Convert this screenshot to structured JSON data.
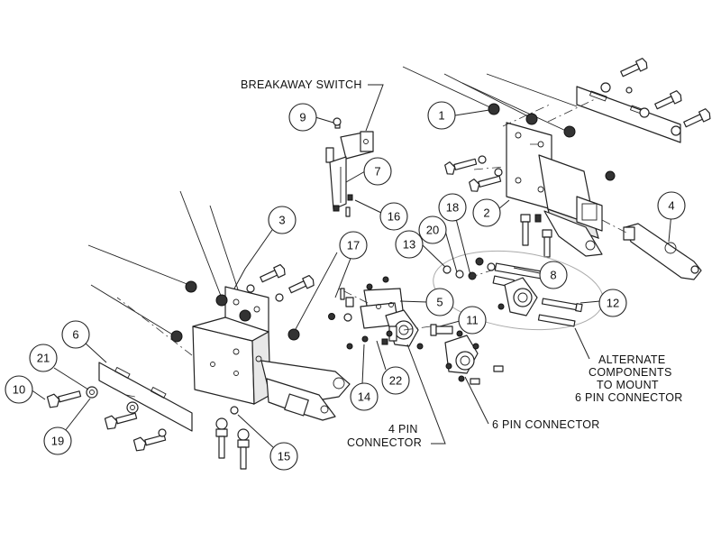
{
  "diagram": {
    "labels": {
      "breakaway_switch": "BREAKAWAY SWITCH",
      "four_pin_line1": "4 PIN",
      "four_pin_line2": "CONNECTOR",
      "six_pin": "6 PIN CONNECTOR",
      "alternate_line1": "ALTERNATE",
      "alternate_line2": "COMPONENTS",
      "alternate_line3": "TO MOUNT",
      "alternate_line4": "6 PIN CONNECTOR"
    },
    "balloons": [
      "1",
      "2",
      "3",
      "4",
      "5",
      "6",
      "7",
      "8",
      "9",
      "10",
      "11",
      "12",
      "13",
      "14",
      "15",
      "16",
      "17",
      "18",
      "19",
      "20",
      "21",
      "22"
    ]
  }
}
